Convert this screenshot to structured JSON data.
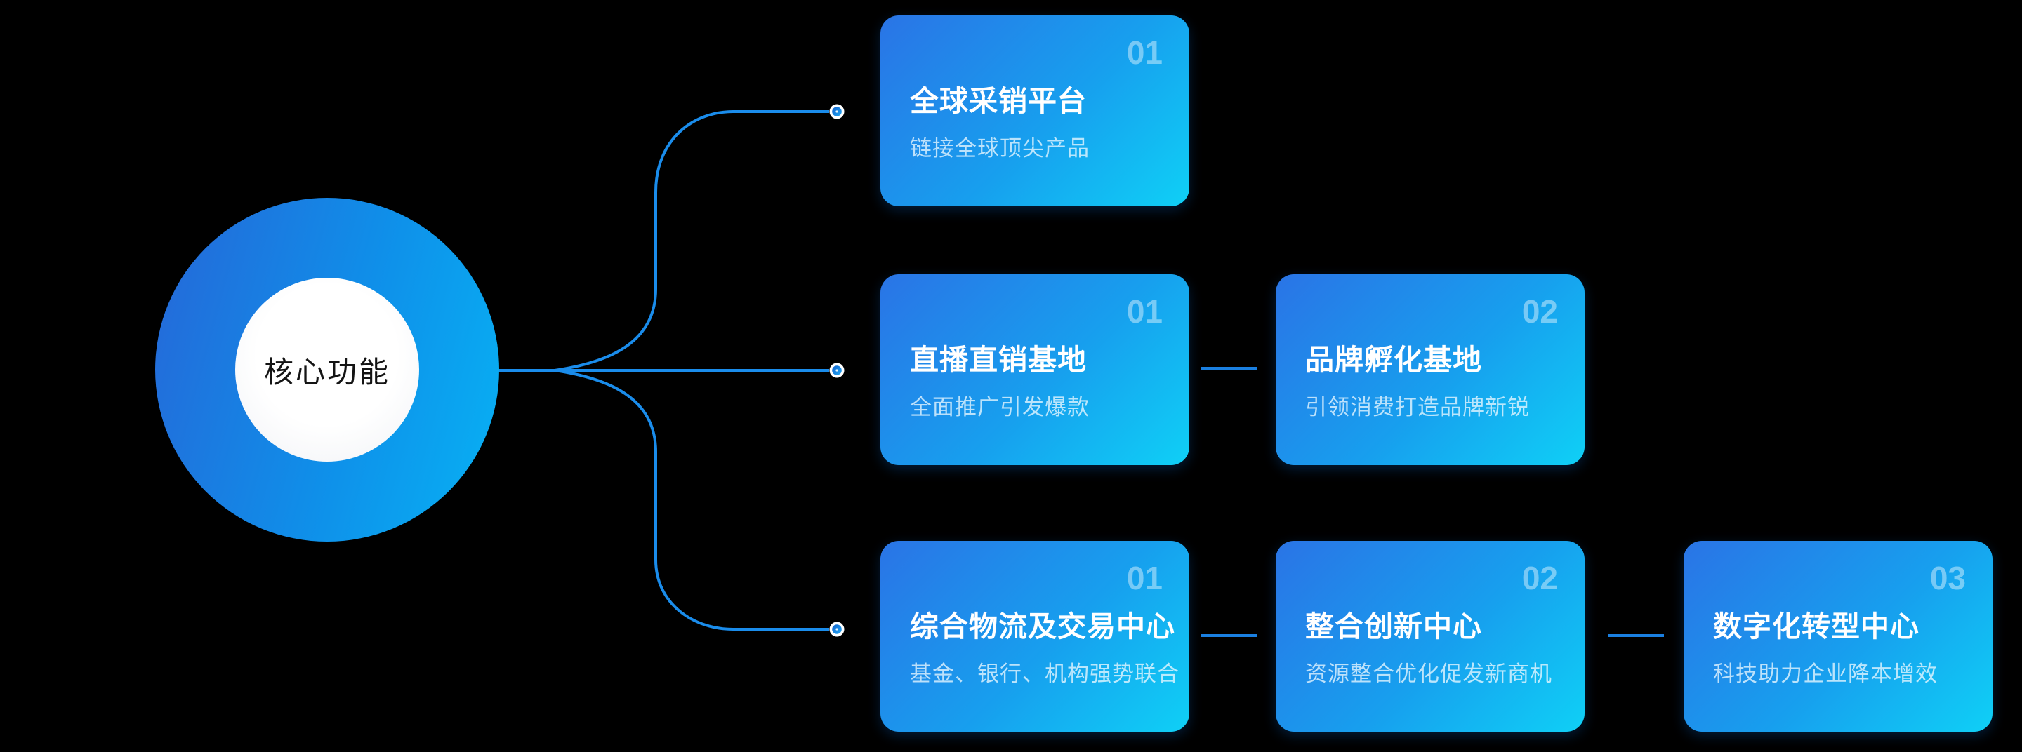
{
  "center": {
    "label": "核心功能"
  },
  "cards": [
    {
      "number": "01",
      "title": "全球采销平台",
      "subtitle": "链接全球顶尖产品"
    },
    {
      "number": "01",
      "title": "直播直销基地",
      "subtitle": "全面推广引发爆款"
    },
    {
      "number": "02",
      "title": "品牌孵化基地",
      "subtitle": "引领消费打造品牌新锐"
    },
    {
      "number": "01",
      "title": "综合物流及交易中心",
      "subtitle": "基金、银行、机构强势联合"
    },
    {
      "number": "02",
      "title": "整合创新中心",
      "subtitle": "资源整合优化促发新商机"
    },
    {
      "number": "03",
      "title": "数字化转型中心",
      "subtitle": "科技助力企业降本增效"
    }
  ],
  "colors": {
    "background": "#000000",
    "connector_line": "#1a8ceb",
    "card_gradient_start": "#2a74e6",
    "card_gradient_end": "#0fd0f6",
    "circle_gradient_start": "#2667d8",
    "circle_gradient_end": "#07b2f4",
    "card_title": "#ffffff",
    "card_number": "rgba(255,255,255,0.42)",
    "card_subtitle": "rgba(233,247,255,0.78)",
    "center_label": "#141414"
  }
}
